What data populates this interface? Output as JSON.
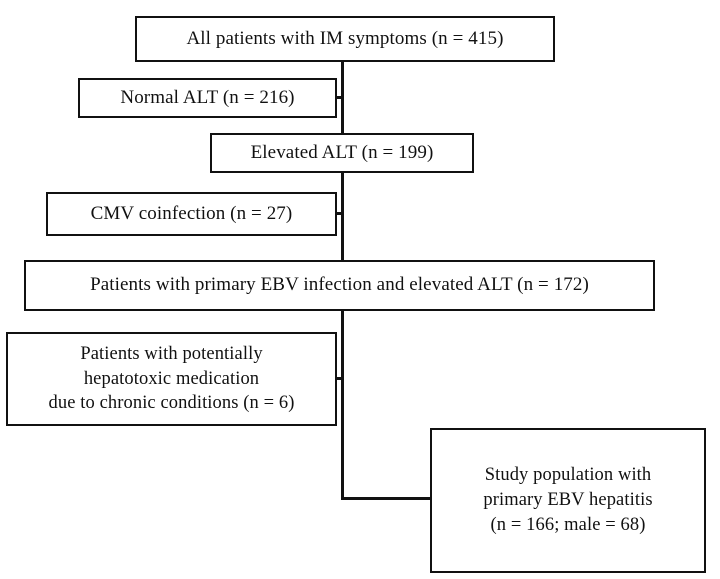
{
  "chart_data": {
    "type": "diagram",
    "subtype": "flowchart-consort",
    "title": "",
    "orientation": "vertical-trunk-with-left-exclusions",
    "nodes": [
      {
        "id": "all-patients",
        "label": "All patients with IM symptoms (n = 415)",
        "lines": [
          "All patients with IM symptoms (n = 415)"
        ],
        "count": 415,
        "role": "source"
      },
      {
        "id": "normal-alt",
        "label": "Normal ALT (n = 216)",
        "lines": [
          "Normal ALT (n = 216)"
        ],
        "count": 216,
        "role": "excluded"
      },
      {
        "id": "elevated-alt",
        "label": "Elevated ALT (n = 199)",
        "lines": [
          "Elevated ALT (n = 199)"
        ],
        "count": 199,
        "role": "included"
      },
      {
        "id": "cmv-coinfection",
        "label": "CMV coinfection (n = 27)",
        "lines": [
          "CMV coinfection (n = 27)"
        ],
        "count": 27,
        "role": "excluded"
      },
      {
        "id": "primary-ebv-elevated-alt",
        "label": "Patients with primary EBV infection and elevated ALT (n = 172)",
        "lines": [
          "Patients with primary EBV infection and elevated ALT (n = 172)"
        ],
        "count": 172,
        "role": "included"
      },
      {
        "id": "hepatotoxic-medication",
        "label": "Patients with potentially hepatotoxic medication due to chronic conditions (n = 6)",
        "lines": [
          "Patients with potentially",
          "hepatotoxic medication",
          "due to chronic conditions (n = 6)"
        ],
        "count": 6,
        "role": "excluded"
      },
      {
        "id": "study-population",
        "label": "Study population with primary EBV hepatitis (n = 166; male = 68)",
        "lines": [
          "Study population with",
          "primary EBV hepatitis",
          "(n = 166; male = 68)"
        ],
        "count": 166,
        "male": 68,
        "role": "final"
      }
    ],
    "edges": [
      {
        "from": "all-patients",
        "to": "normal-alt",
        "type": "exclusion"
      },
      {
        "from": "all-patients",
        "to": "elevated-alt",
        "type": "flow"
      },
      {
        "from": "elevated-alt",
        "to": "cmv-coinfection",
        "type": "exclusion"
      },
      {
        "from": "elevated-alt",
        "to": "primary-ebv-elevated-alt",
        "type": "flow"
      },
      {
        "from": "primary-ebv-elevated-alt",
        "to": "hepatotoxic-medication",
        "type": "exclusion"
      },
      {
        "from": "primary-ebv-elevated-alt",
        "to": "study-population",
        "type": "flow"
      }
    ],
    "colors": {
      "background": "#ffffff",
      "box_border": "#111111",
      "box_fill": "#ffffff",
      "text": "#111111",
      "connector": "#111111"
    }
  },
  "boxes": {
    "all_patients": "All patients with IM symptoms (n = 415)",
    "normal_alt": "Normal ALT (n = 216)",
    "elevated_alt": "Elevated ALT (n = 199)",
    "cmv_coinfection": "CMV coinfection (n = 27)",
    "primary_ebv": "Patients with primary EBV infection and elevated ALT (n = 172)",
    "hepatotoxic": "Patients with potentially\nhepatotoxic medication\ndue to chronic conditions (n = 6)",
    "study_population": "Study population with\nprimary EBV hepatitis\n(n = 166; male = 68)"
  }
}
